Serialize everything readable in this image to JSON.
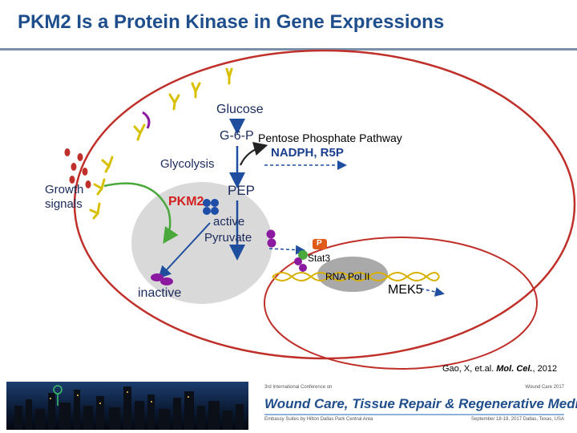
{
  "slide": {
    "title": "PKM2 Is a Protein Kinase in Gene Expressions",
    "citation_authors": "Gao, X, et.al.",
    "citation_journal": "Mol. Cel.",
    "citation_year": ", 2012"
  },
  "diagram": {
    "glucose": "Glucose",
    "g6p": "G-6-P",
    "pentose": "Pentose Phosphate Pathway",
    "nadph": "NADPH, R5P",
    "glycolysis": "Glycolysis",
    "pep": "PEP",
    "pkm2": "PKM2",
    "active": "active",
    "pyruvate": "Pyruvate",
    "growth": "Growth",
    "signals": "signals",
    "inactive": "inactive",
    "p": "P",
    "stat3": "Stat3",
    "rnapol": "RNA Pol II",
    "mek5": "MEK5"
  },
  "banner": {
    "conference_sub": "3rd International Conference on",
    "tag": "Wound Care 2017",
    "conference_title": "Wound Care, Tissue Repair & Regenerative Medicine",
    "venue": "Embassy Suites by Hilton Dallas Park Central Area",
    "dates": "September 18-19, 2017  Dallas, Texas, USA"
  },
  "colors": {
    "title": "#1f4e8c",
    "cell_membrane": "#c0302a",
    "nucleus": "#c0302a",
    "receptor": "#d8c000",
    "arrow_blue": "#1f4e9e",
    "arrow_green": "#4aa83c",
    "pkm2_red": "#d21f1f",
    "pkm2_blue": "#1f4ea8",
    "dimer_purple": "#8b1aa0",
    "dna": "#d8b000",
    "phospho": "#e05a1a",
    "nadph": "#1a3f8c"
  }
}
